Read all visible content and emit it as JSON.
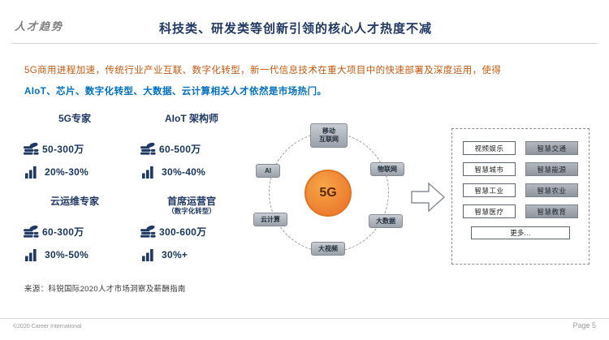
{
  "header": {
    "eyebrow": "人才趋势",
    "title": "科技类、研发类等创新引领的核心人才热度不减"
  },
  "intro": {
    "line1": "5G商用进程加速，传统行业产业互联、数字化转型，新一代信息技术在重大项目中的快速部署及深度运用，使得",
    "line2": "AIoT、芯片、数字化转型、大数据、云计算相关人才依然是市场热门。"
  },
  "stats": [
    {
      "role": "5G专家",
      "salary": "50-300万",
      "growth": "20%-30%"
    },
    {
      "role": "AIoT 架构师",
      "salary": "60-500万",
      "growth": "30%-40%"
    },
    {
      "role": "云运维专家",
      "salary": "60-300万",
      "growth": "30%-50%"
    },
    {
      "role": "首席运营官",
      "role_sub": "（数字化转型）",
      "salary": "300-600万",
      "growth": "30%+"
    }
  ],
  "diagram": {
    "center": "5G",
    "nodes": [
      "移动\n互联网",
      "AI",
      "物联网",
      "云计算",
      "大数据",
      "大视频"
    ]
  },
  "applications": {
    "items": [
      "视频娱乐",
      "智慧交通",
      "智慧城市",
      "智慧能源",
      "智慧工业",
      "智慧农业",
      "智慧医疗",
      "智慧教育"
    ],
    "more": "更多…"
  },
  "source": "来源：科锐国际2020人才市场洞察及薪酬指南",
  "footer": {
    "copyright": "©2020 Career International",
    "page": "Page 5"
  },
  "icons": {
    "salary": "coins-icon",
    "growth": "bar-chart-icon"
  },
  "colors": {
    "navy": "#1f3864",
    "orange_text": "#c55a11",
    "blue_text": "#0070c0",
    "circle_orange": "#ed7d31",
    "node_gray": "#9ba1aa"
  }
}
